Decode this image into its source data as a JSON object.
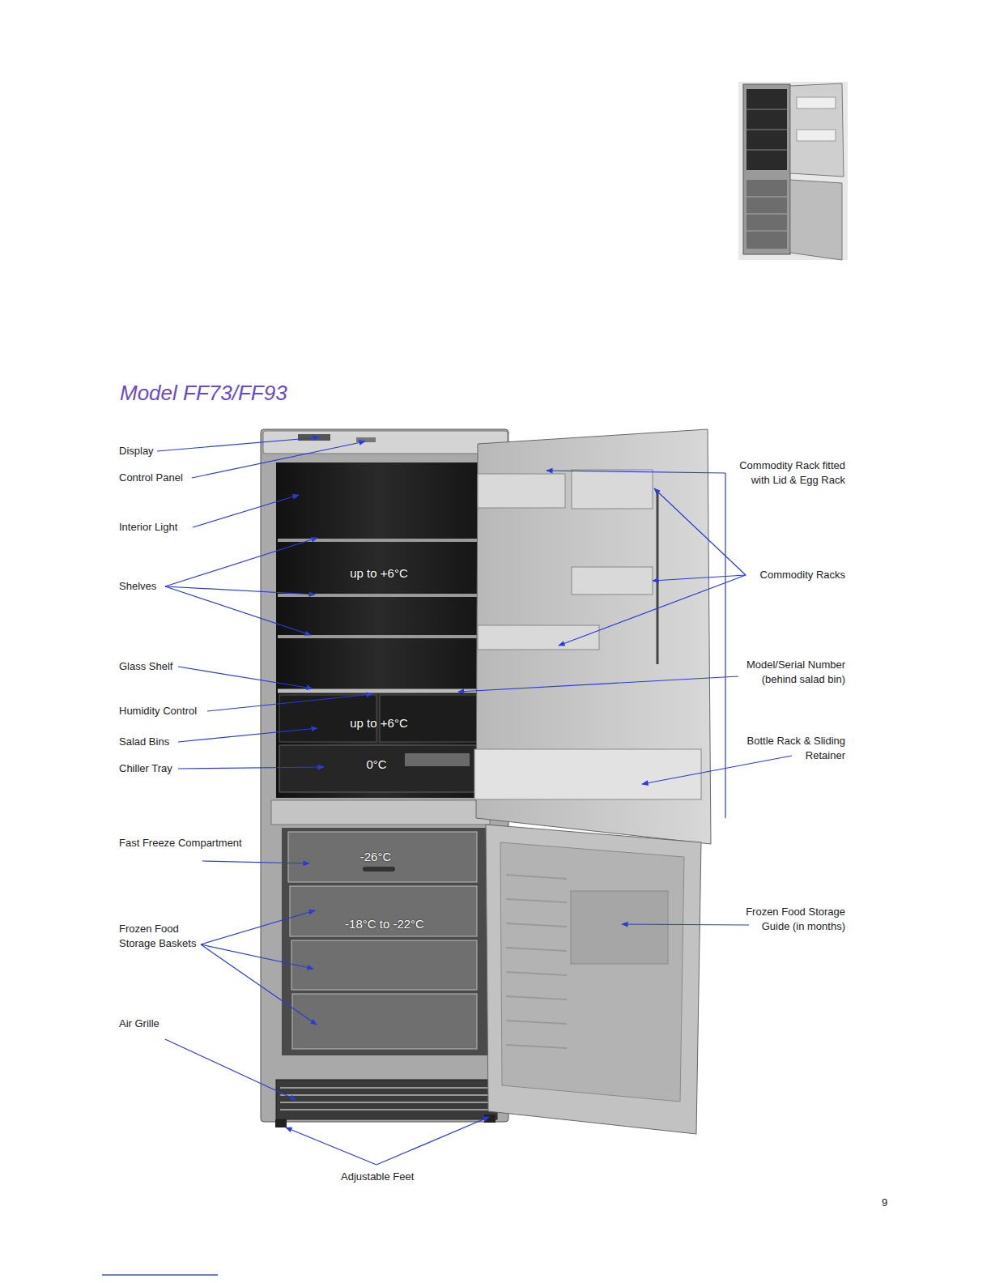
{
  "diagram": {
    "title": "Model FF73/FF93",
    "labels": [
      "Display",
      "Control Panel",
      "Interior Light",
      "Shelves",
      "Glass Shelf",
      "Humidity Control",
      "Salad Bins",
      "Chiller Tray",
      "Fast Freeze Compartment",
      "Frozen Food Storage Baskets",
      "Air Grille",
      "Adjustable Feet",
      "Commodity Rack fitted with Lid & Egg Rack",
      "Commodity Racks",
      "Model/Serial Number (behind salad bin)",
      "Bottle Rack & Sliding Retainer",
      "Frozen Food Storage Guide (in months)",
      "up to +6°C",
      "up to +6°C",
      "0°C",
      "-26°C",
      "-18°C to -22°C",
      "9"
    ]
  }
}
